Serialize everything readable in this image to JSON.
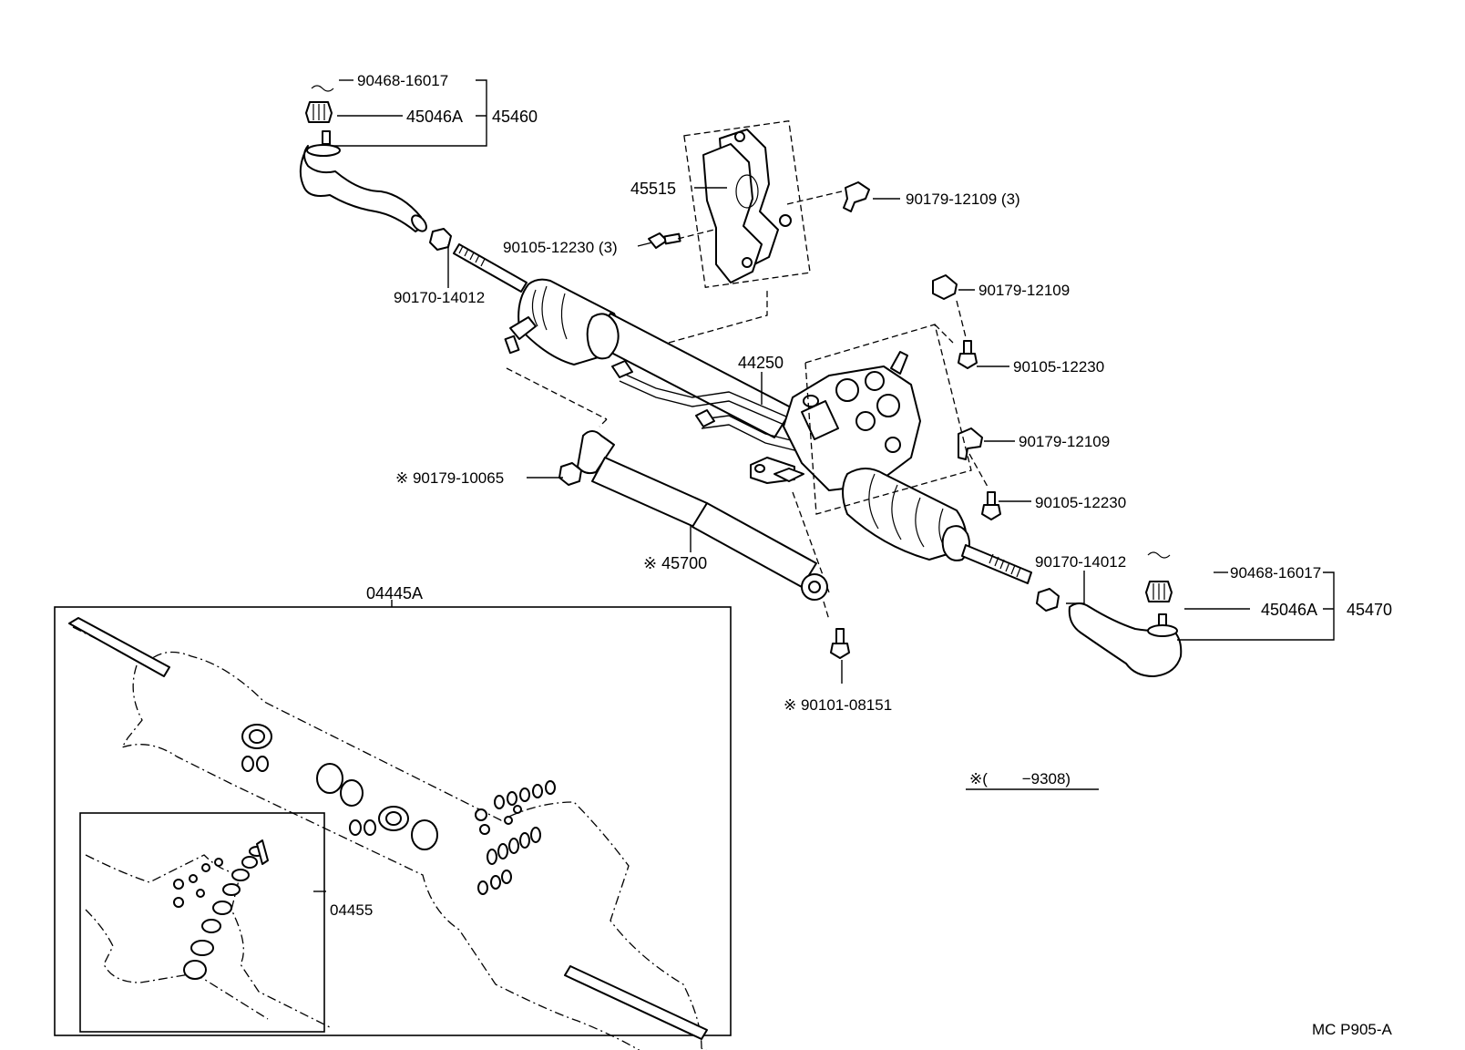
{
  "labels": {
    "p1": "90468-16017",
    "p2": "45046A",
    "p3": "45460",
    "p4": "45515",
    "p5": "90179-12109 (3)",
    "p6": "90105-12230 (3)",
    "p7": "90170-14012",
    "p8": "90179-12109",
    "p9": "44250",
    "p10": "90105-12230",
    "p11": "90179-12109",
    "p12": "※ 90179-10065",
    "p13": "90105-12230",
    "p14": "※ 45700",
    "p15": "90170-14012",
    "p16": "90468-16017",
    "p17": "45046A",
    "p18": "45470",
    "p19": "※ 90101-08151",
    "p20": "04445A",
    "p21": "04455",
    "note": "※(        −9308)",
    "code": "MC P905-A"
  }
}
